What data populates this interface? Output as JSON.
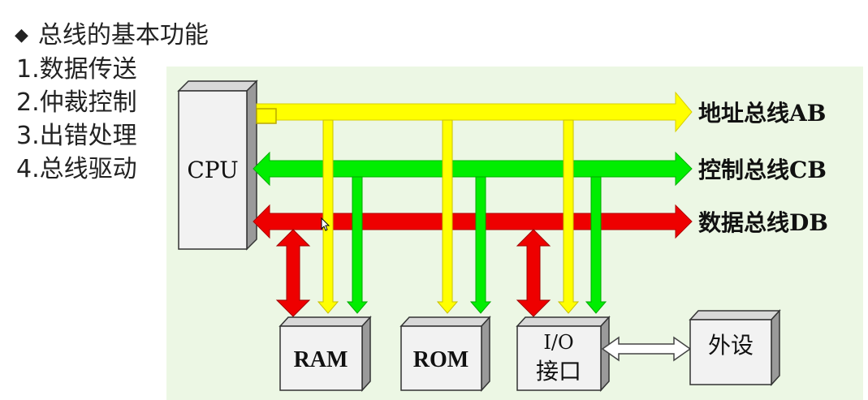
{
  "heading": {
    "bullet": "◆",
    "title": "总线的基本功能"
  },
  "functions": [
    {
      "label": "1.数据传送"
    },
    {
      "label": "2.仲裁控制"
    },
    {
      "label": "3.出错处理"
    },
    {
      "label": "4.总线驱动"
    }
  ],
  "diagram": {
    "cpu_label": "CPU",
    "buses": {
      "address": {
        "label": "地址总线AB",
        "color": "#ffff00"
      },
      "control": {
        "label": "控制总线CB",
        "color": "#00ee00"
      },
      "data": {
        "label": "数据总线DB",
        "color": "#ee0000"
      }
    },
    "modules": {
      "ram": "RAM",
      "rom": "ROM",
      "io_line1": "I/O",
      "io_line2": "接口",
      "peripheral": "外设"
    },
    "panel_color": "#ecf7e4"
  }
}
